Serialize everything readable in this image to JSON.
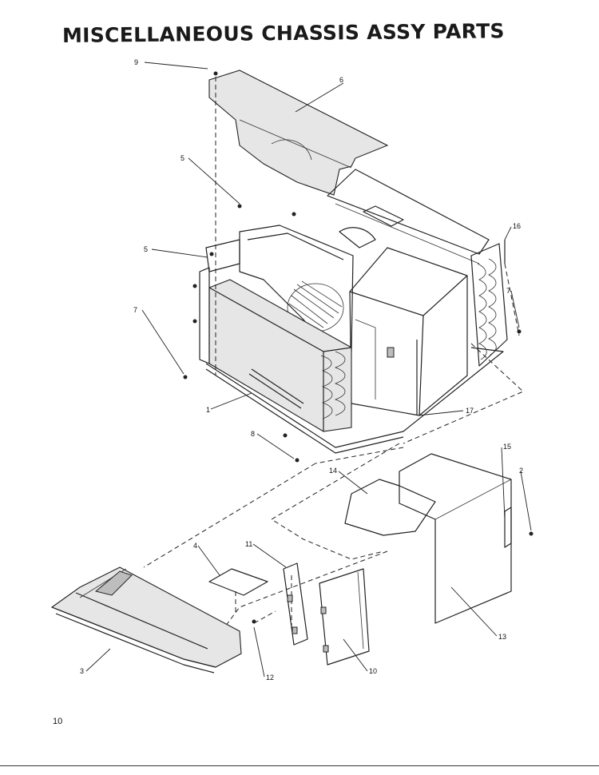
{
  "title": "MISCELLANEOUS CHASSIS ASSY PARTS",
  "page_number": "10",
  "callouts": [
    "1",
    "2",
    "3",
    "4",
    "5",
    "5",
    "6",
    "7",
    "7",
    "8",
    "9",
    "10",
    "11",
    "12",
    "13",
    "14",
    "15",
    "16",
    "17"
  ]
}
